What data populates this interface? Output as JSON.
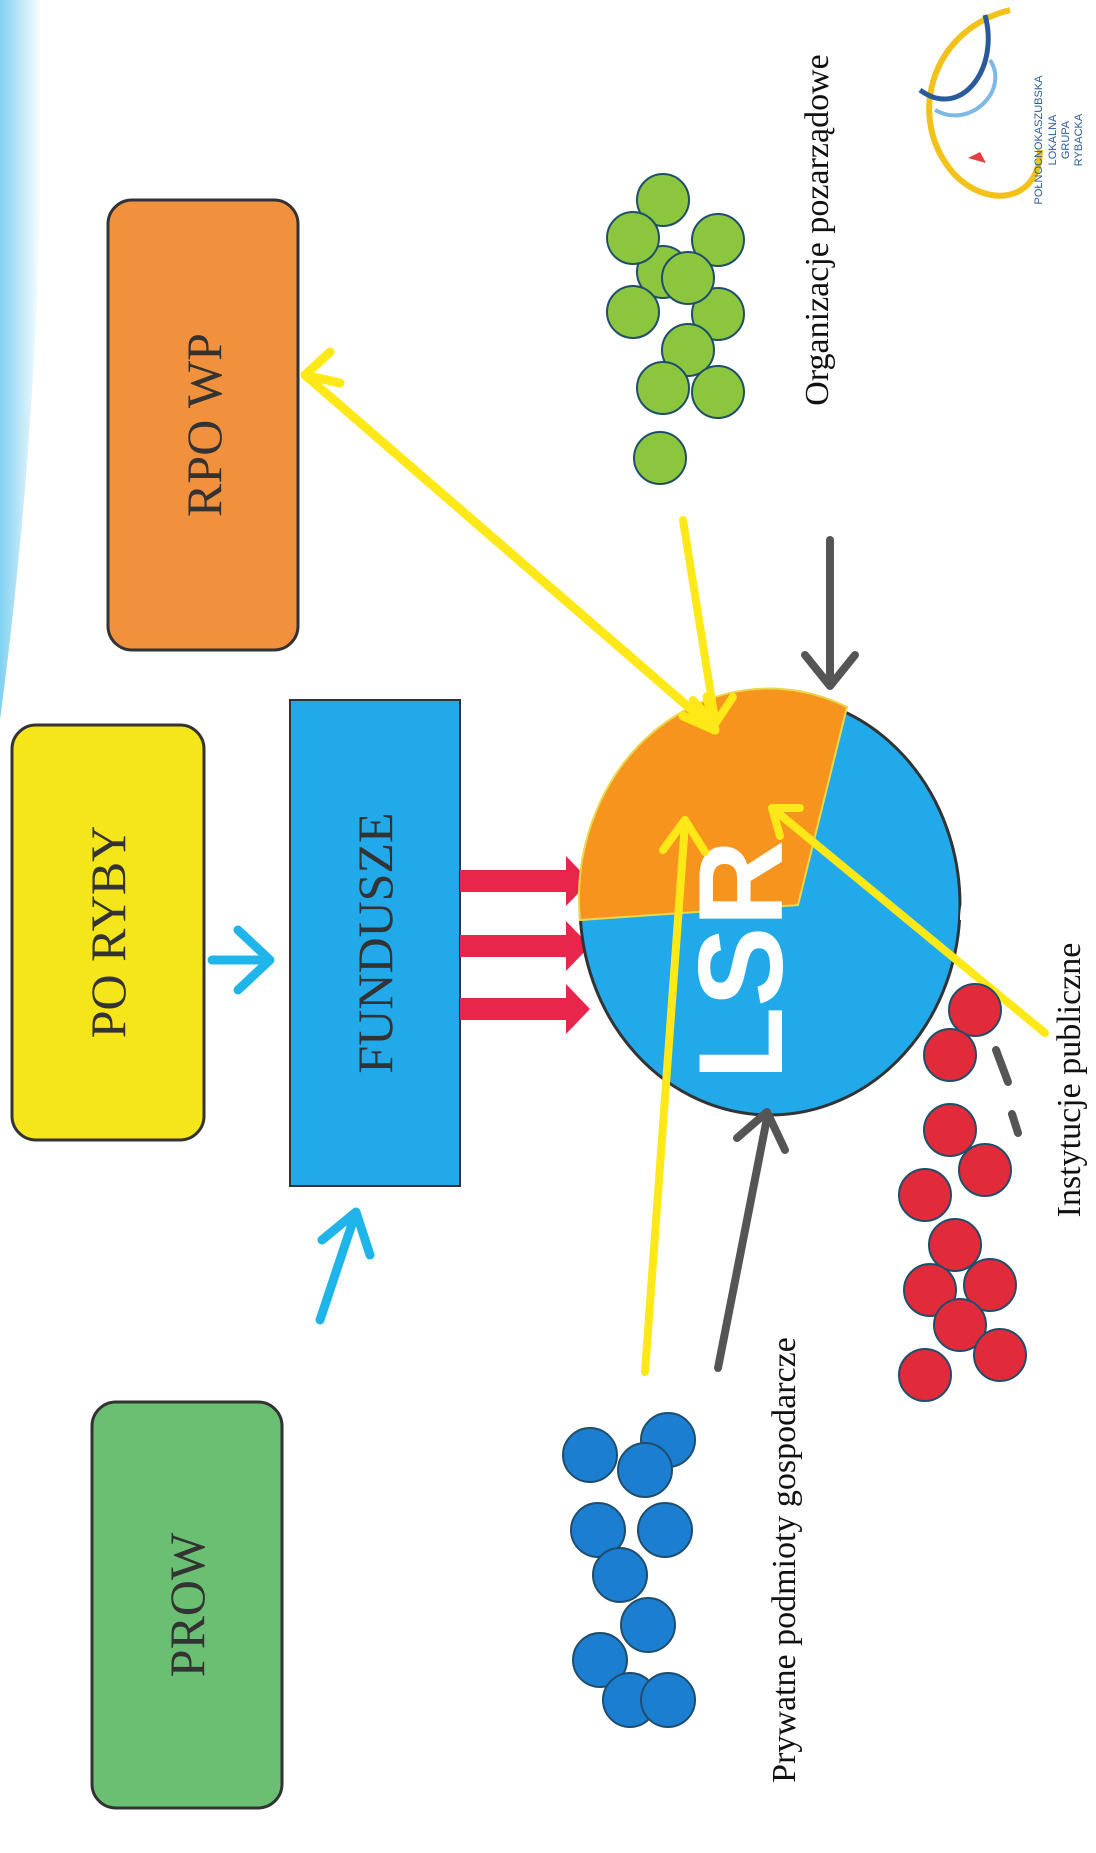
{
  "boxes": {
    "prow": {
      "label": "PROW",
      "color": "#6bbf73"
    },
    "po_ryby": {
      "label": "PO RYBY",
      "color": "#f5e51b"
    },
    "rpo_wp": {
      "label": "RPO WP",
      "color": "#f2913d"
    },
    "fundusze": {
      "label": "FUNDUSZE",
      "color": "#21a9e9"
    }
  },
  "lsr": {
    "label": "LSR",
    "body_color": "#21a9e9",
    "sector_color": "#f7941d"
  },
  "groups": {
    "ngo": {
      "label": "Organizacje pozarządowe",
      "color": "#8cc63f"
    },
    "public": {
      "label": "Instytucje publiczne",
      "color": "#e22b3a"
    },
    "private": {
      "label": "Prywatne podmioty gospodarcze",
      "color": "#1c7ed1"
    }
  },
  "colors": {
    "influence_arrow": "#ffe817",
    "funding_arrow": "#e8254a",
    "flow_arrow": "#1fb5ea",
    "membership_arrow": "#555555"
  },
  "logo": {
    "lines": [
      "POŁNOCNOKASZUBSKA",
      "LOKALNA",
      "GRUPA",
      "RYBACKA"
    ]
  }
}
